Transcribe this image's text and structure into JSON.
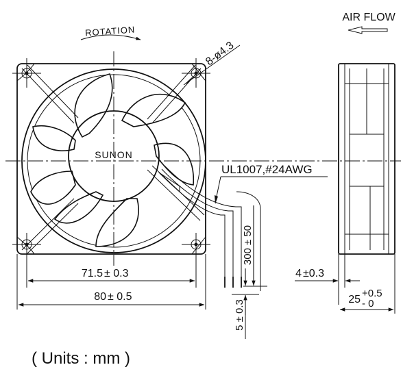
{
  "labels": {
    "rotation": "ROTATION",
    "air_flow": "AIR FLOW",
    "hole_spec": "8-ø4.3",
    "brand": "SUNON",
    "wire_spec": "UL1007,#24AWG",
    "mount_pitch_value": "71.5",
    "mount_pitch_tol": "± 0.3",
    "frame_width_value": "80",
    "frame_width_tol": "± 0.5",
    "lead_length": "300 ± 50",
    "strip_length": "5 ± 0.3",
    "flange_value": "4",
    "flange_tol": "±0.3",
    "depth_value": "25",
    "depth_tol_plus": "+0.5",
    "depth_tol_minus": "- 0",
    "units_note": "( Units : mm )"
  },
  "colors": {
    "line": "#111111",
    "background": "#ffffff"
  },
  "icons": {
    "rotation_arrow": "curved-arrow-icon",
    "airflow_arrow": "left-arrow-icon"
  }
}
